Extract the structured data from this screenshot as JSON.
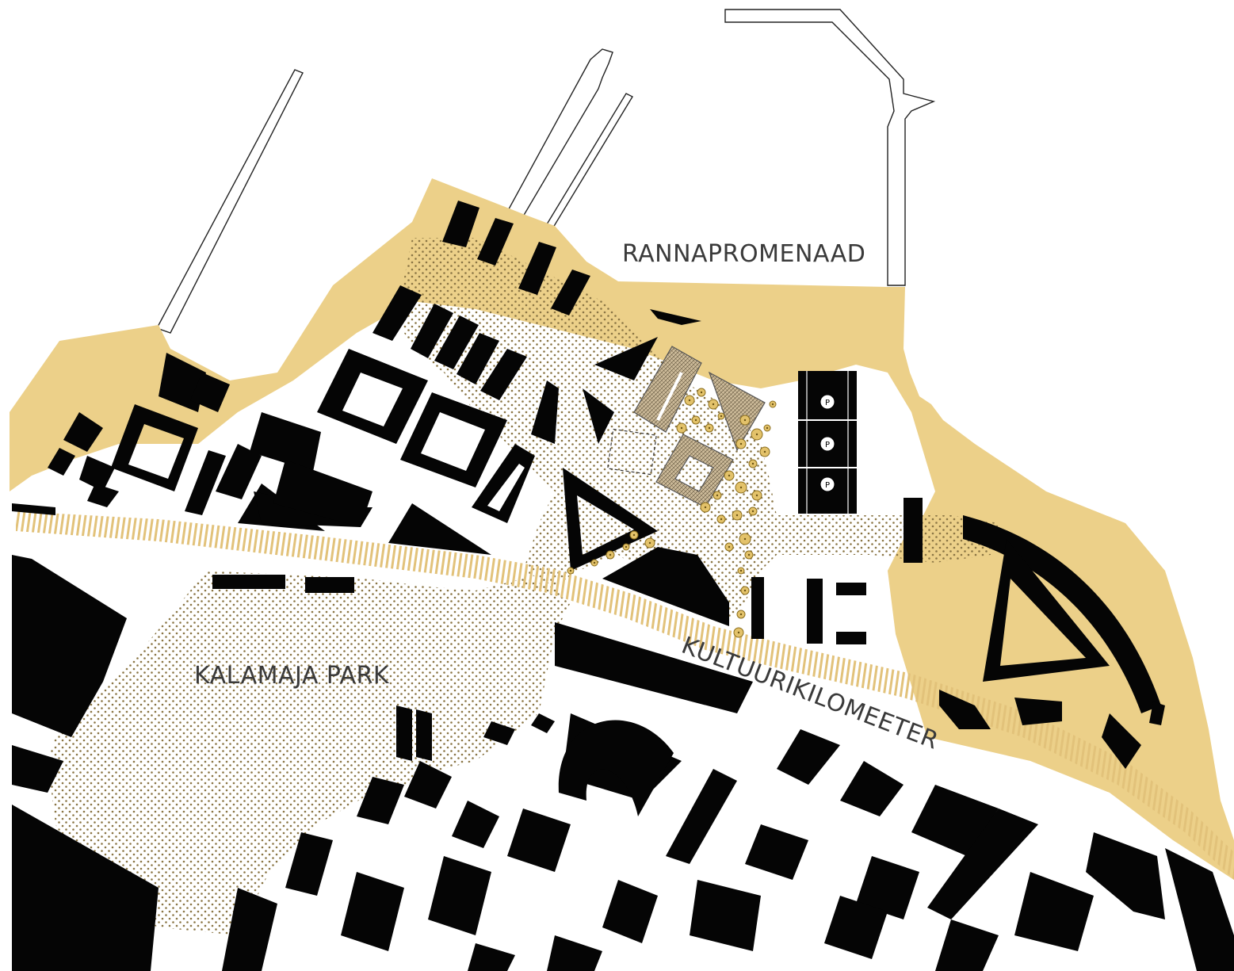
{
  "labels": {
    "promenade": "RANNAPROMENAAD",
    "park": "KALAMAJA PARK",
    "kilometer": "KULTUURIKILOMEETER"
  },
  "icons": {
    "parking": "parking-icon",
    "tree": "tree-icon"
  },
  "colors": {
    "sand": "#ecd089",
    "dots": "#8a7544",
    "buildings": "#050505",
    "hatch": "#e2c27a"
  }
}
